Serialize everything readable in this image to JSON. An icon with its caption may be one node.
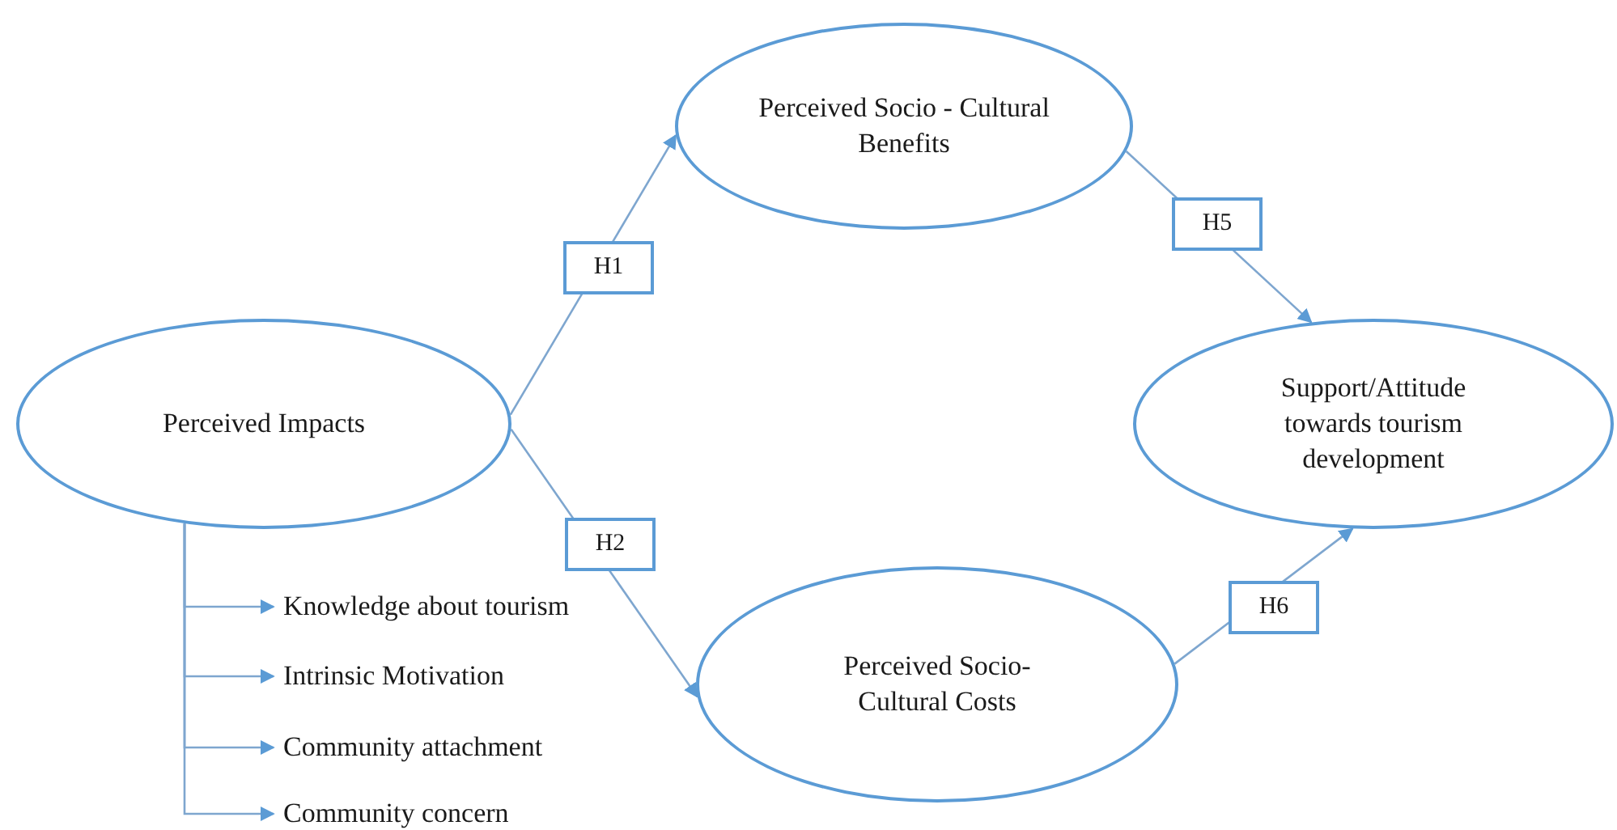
{
  "diagram": {
    "nodes": [
      {
        "text": [
          "Perceived Impacts"
        ]
      },
      {
        "text": [
          "Perceived Socio - Cultural Benefits"
        ]
      },
      {
        "text": [
          "Support/Attitude towards tourism development"
        ]
      },
      {
        "text": [
          "Perceived Socio- Cultural Costs"
        ]
      },
      {
        "text": [
          "Knowledge about tourism"
        ]
      },
      {
        "text": [
          "Intrinsic Motivation"
        ]
      },
      {
        "text": [
          "Community attachment"
        ]
      },
      {
        "text": [
          "Community concern"
        ]
      }
    ],
    "edges": [
      {
        "from": 0,
        "to": 1,
        "arrow": "to",
        "label": "H1"
      },
      {
        "from": 0,
        "to": 3,
        "arrow": "to",
        "label": "H2"
      },
      {
        "from": 1,
        "to": 2,
        "arrow": "to",
        "label": "H5"
      },
      {
        "from": 3,
        "to": 2,
        "arrow": "to",
        "label": "H6"
      },
      {
        "from": 0,
        "to": 4,
        "arrow": "to"
      },
      {
        "from": 0,
        "to": 5,
        "arrow": "to"
      },
      {
        "from": 0,
        "to": 6,
        "arrow": "to"
      },
      {
        "from": 0,
        "to": 7,
        "arrow": "to"
      }
    ]
  }
}
